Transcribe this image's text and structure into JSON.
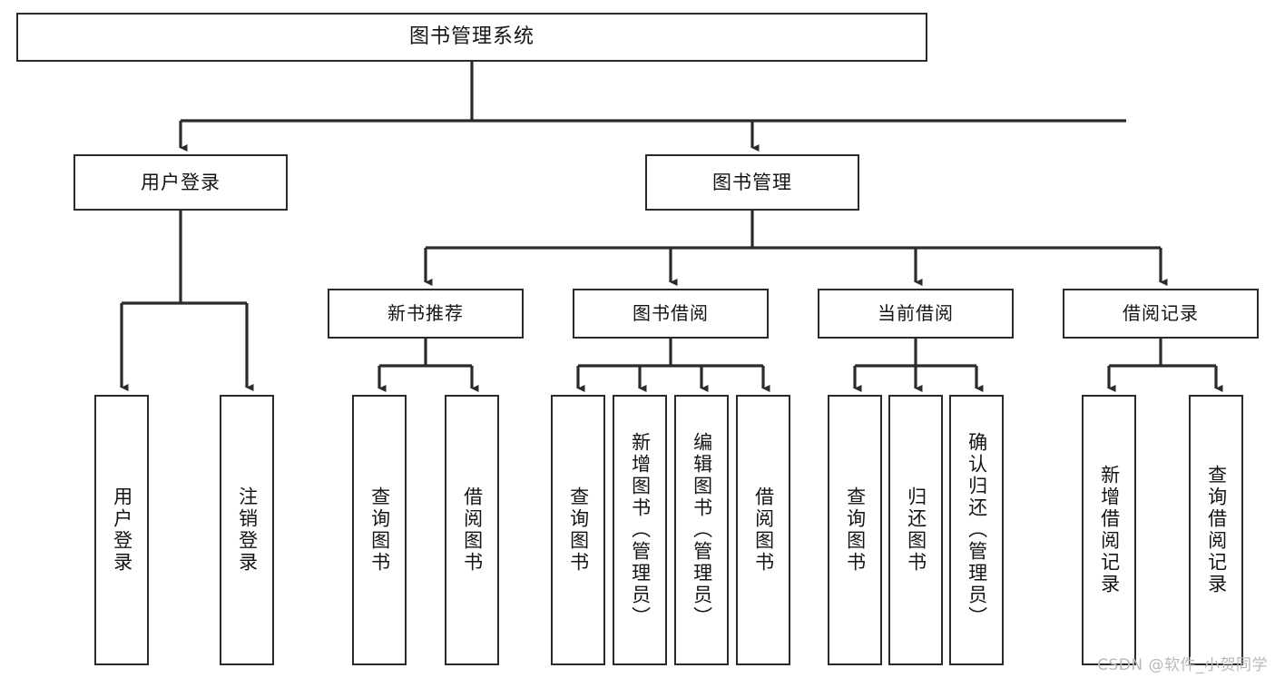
{
  "diagram": {
    "title": "图书管理系统",
    "type": "tree",
    "colors": {
      "stroke": "#2b2b2b",
      "fill": "#ffffff",
      "text": "#141414",
      "watermark": "#b9b9b9"
    },
    "nodes": {
      "root": {
        "label": "图书管理系统"
      },
      "level2": [
        {
          "id": "user-login",
          "label": "用户登录"
        },
        {
          "id": "book-manage",
          "label": "图书管理"
        }
      ],
      "level3": [
        {
          "id": "new-book-recommend",
          "label": "新书推荐"
        },
        {
          "id": "book-borrow",
          "label": "图书借阅"
        },
        {
          "id": "current-borrow",
          "label": "当前借阅"
        },
        {
          "id": "borrow-record",
          "label": "借阅记录"
        }
      ],
      "leaves": [
        {
          "id": "leaf-user-login",
          "label": "用户登录",
          "parent": "user-login"
        },
        {
          "id": "leaf-logout",
          "label": "注销登录",
          "parent": "user-login"
        },
        {
          "id": "leaf-query-book-1",
          "label": "查询图书",
          "parent": "new-book-recommend"
        },
        {
          "id": "leaf-borrow-book-1",
          "label": "借阅图书",
          "parent": "new-book-recommend"
        },
        {
          "id": "leaf-query-book-2",
          "label": "查询图书",
          "parent": "book-borrow"
        },
        {
          "id": "leaf-add-book",
          "label": "新增图书（管理员）",
          "parent": "book-borrow"
        },
        {
          "id": "leaf-edit-book",
          "label": "编辑图书（管理员）",
          "parent": "book-borrow"
        },
        {
          "id": "leaf-borrow-book-2",
          "label": "借阅图书",
          "parent": "book-borrow"
        },
        {
          "id": "leaf-query-book-3",
          "label": "查询图书",
          "parent": "current-borrow"
        },
        {
          "id": "leaf-return-book",
          "label": "归还图书",
          "parent": "current-borrow"
        },
        {
          "id": "leaf-confirm-return",
          "label": "确认归还（管理员）",
          "parent": "current-borrow"
        },
        {
          "id": "leaf-add-record",
          "label": "新增借阅记录",
          "parent": "borrow-record"
        },
        {
          "id": "leaf-query-record",
          "label": "查询借阅记录",
          "parent": "borrow-record"
        }
      ]
    },
    "watermark": "CSDN @软件_小贺同学"
  }
}
